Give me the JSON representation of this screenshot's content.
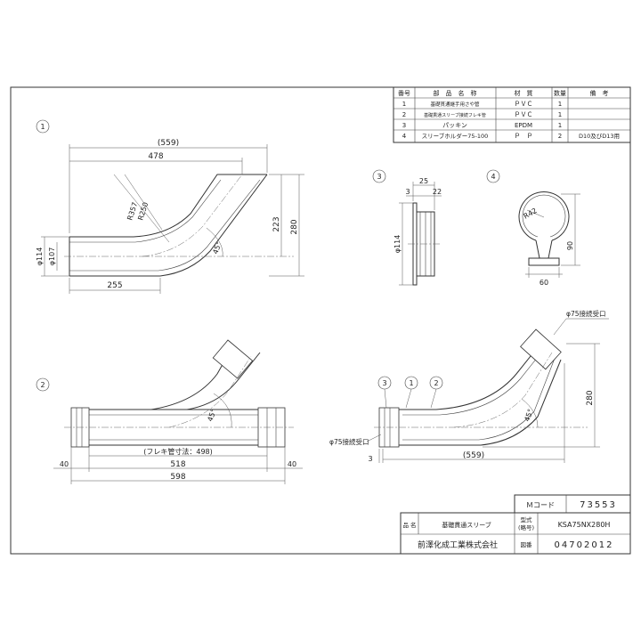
{
  "parts_table": {
    "headers": [
      "番号",
      "部　品　名　称",
      "材　質",
      "数量",
      "備　考"
    ],
    "rows": [
      {
        "no": "1",
        "name": "基礎貫通継手用さや管",
        "material": "ＰＶＣ",
        "qty": "1",
        "note": ""
      },
      {
        "no": "2",
        "name": "基礎貫通スリーブ接続フレキ管",
        "material": "ＰＶＣ",
        "qty": "1",
        "note": ""
      },
      {
        "no": "3",
        "name": "パッキン",
        "material": "EPDM",
        "qty": "1",
        "note": ""
      },
      {
        "no": "4",
        "name": "スリーブホルダー75-100",
        "material": "Ｐ　Ｐ",
        "qty": "2",
        "note": "D10及びD13用"
      }
    ]
  },
  "view1": {
    "marker": "1",
    "dims": {
      "total": "(559)",
      "upper": "478",
      "bottom": "255",
      "r_outer": "R357",
      "r_inner": "R250",
      "angle": "45°",
      "h1": "223",
      "h2": "280",
      "d_out": "φ114",
      "d_in": "φ107"
    }
  },
  "view2": {
    "marker": "2",
    "dims": {
      "flex": "(フレキ管寸法：498)",
      "inner": "518",
      "total": "598",
      "left": "40",
      "right": "40",
      "angle": "45°"
    }
  },
  "view3": {
    "marker": "3",
    "dims": {
      "w": "25",
      "a": "3",
      "b": "22",
      "d": "φ114"
    }
  },
  "view4": {
    "marker": "4",
    "dims": {
      "r": "R42",
      "h": "90",
      "w": "60"
    }
  },
  "assembly": {
    "markers": [
      "3",
      "1",
      "2"
    ],
    "dims": {
      "top_mouth": "φ75接続受口",
      "side_mouth": "φ75接続受口",
      "h": "280",
      "angle": "45°",
      "total": "(559)",
      "offset": "3"
    }
  },
  "title_block": {
    "mcode_label": "Ｍコード",
    "mcode_value": "73553",
    "name_label": "品 名",
    "name_value": "基礎貫通スリーブ",
    "model_label_1": "型式",
    "model_label_2": "(略号)",
    "model_value": "KSA75NX280H",
    "drawing_label": "図番",
    "drawing_value": "04702012",
    "company": "前澤化成工業株式会社"
  }
}
